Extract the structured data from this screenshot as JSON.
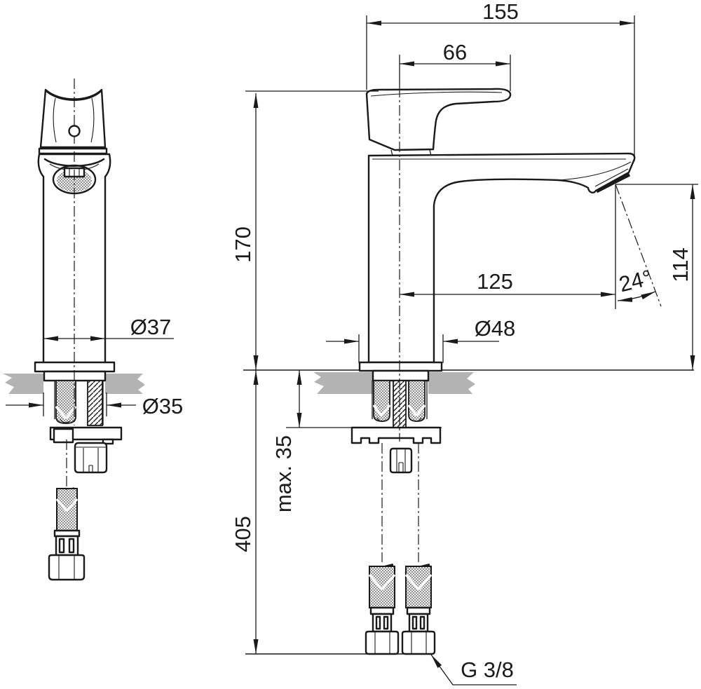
{
  "drawing": {
    "subject": "single-lever basin mixer tap, front view and side view with installation dimensions",
    "units": "mm",
    "colors": {
      "line": "#1a1a1a",
      "background": "#ffffff",
      "countertop_fill": "#b3b3b3"
    },
    "dims": {
      "overall_depth": "155",
      "handle_length": "66",
      "body_height": "170",
      "spout_reach": "125",
      "outlet_angle": "24°",
      "outlet_height": "114",
      "body_diameter": "Ø37",
      "base_diameter": "Ø48",
      "hole_diameter": "Ø35",
      "max_deck_thickness": "max. 35",
      "hose_length_below_deck": "405",
      "thread_size": "G 3/8"
    }
  }
}
